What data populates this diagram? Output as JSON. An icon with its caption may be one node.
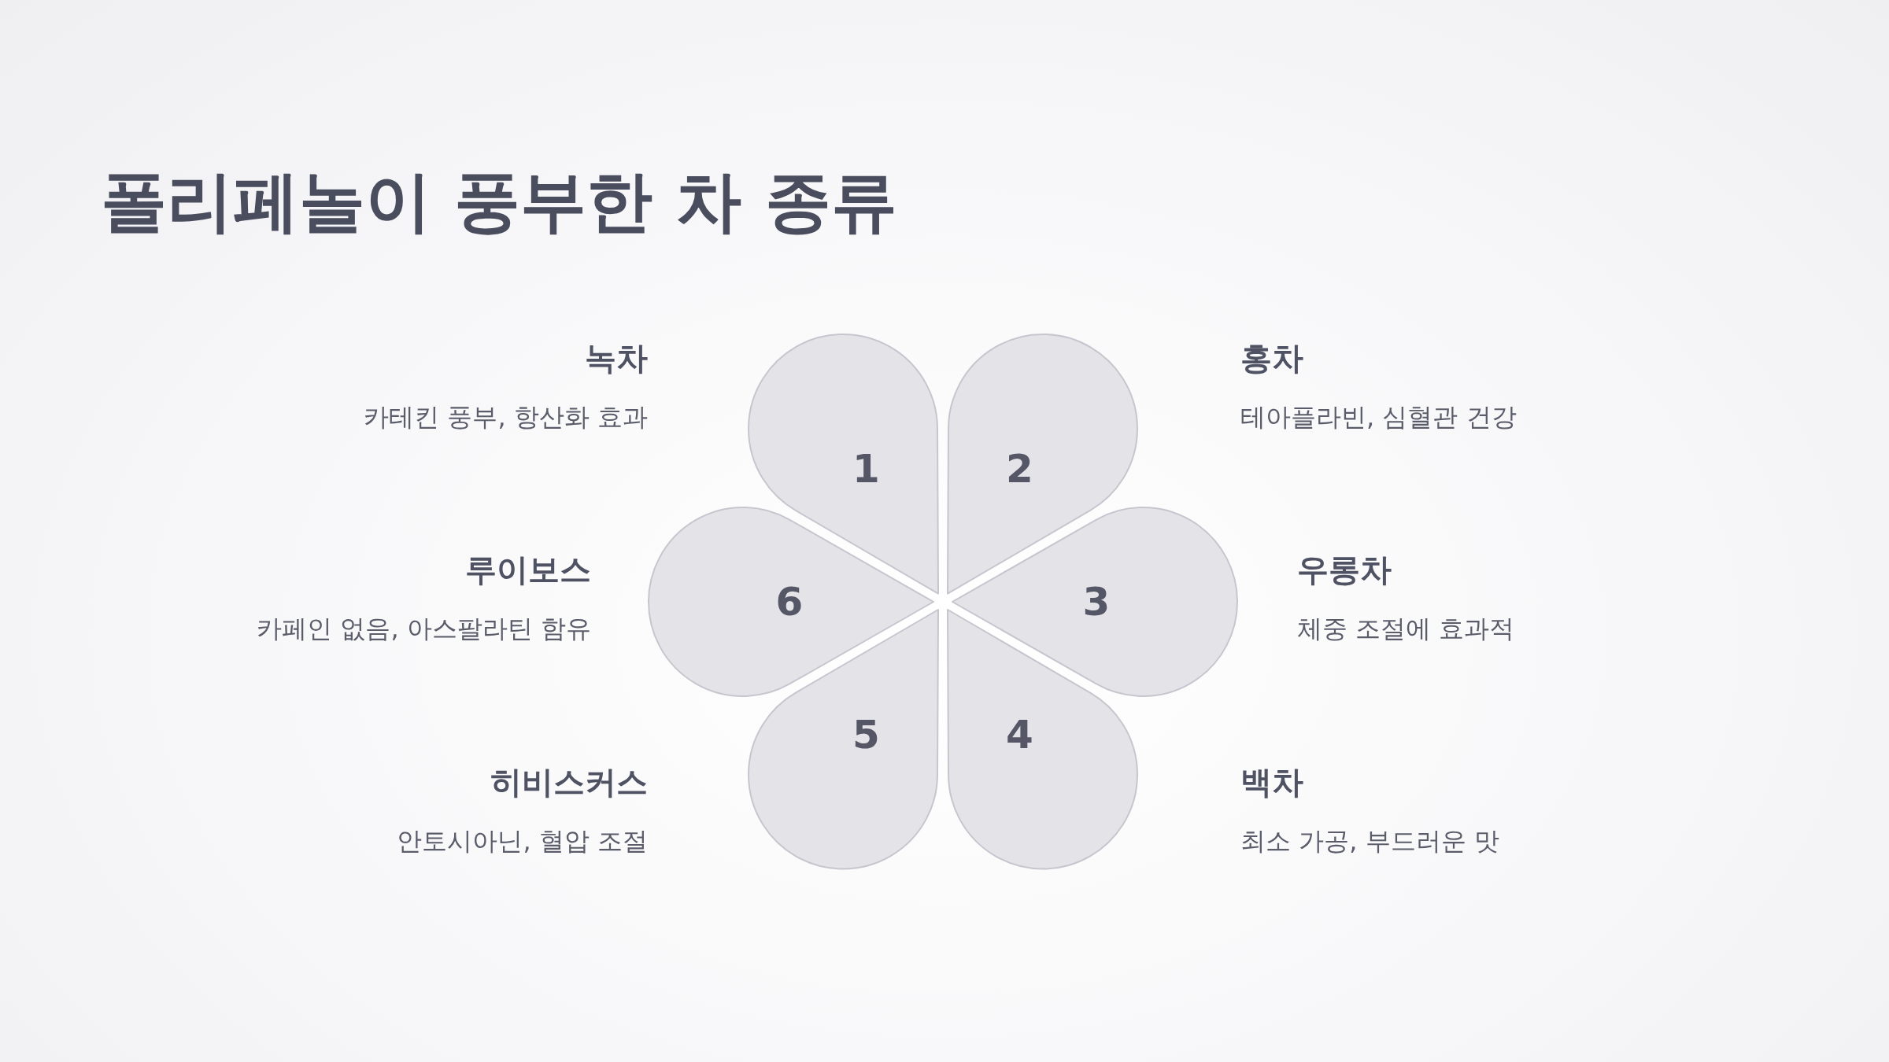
{
  "diagram": {
    "title": "폴리페놀이 풍부한 차 종류",
    "nodes": [
      {
        "text": [
          "1"
        ],
        "beside": [
          "녹차",
          "카테킨 풍부, 항산화 효과"
        ]
      },
      {
        "text": [
          "2"
        ],
        "beside": [
          "홍차",
          "테아플라빈, 심혈관 건강"
        ]
      },
      {
        "text": [
          "3"
        ],
        "beside": [
          "우롱차",
          "체중 조절에 효과적"
        ]
      },
      {
        "text": [
          "4"
        ],
        "beside": [
          "백차",
          "최소 가공, 부드러운 맛"
        ]
      },
      {
        "text": [
          "5"
        ],
        "beside": [
          "히비스커스",
          "안토시아닌, 혈압 조절"
        ]
      },
      {
        "text": [
          "6"
        ],
        "beside": [
          "루이보스",
          "카페인 없음, 아스팔라틴 함유"
        ]
      }
    ],
    "edges": []
  }
}
